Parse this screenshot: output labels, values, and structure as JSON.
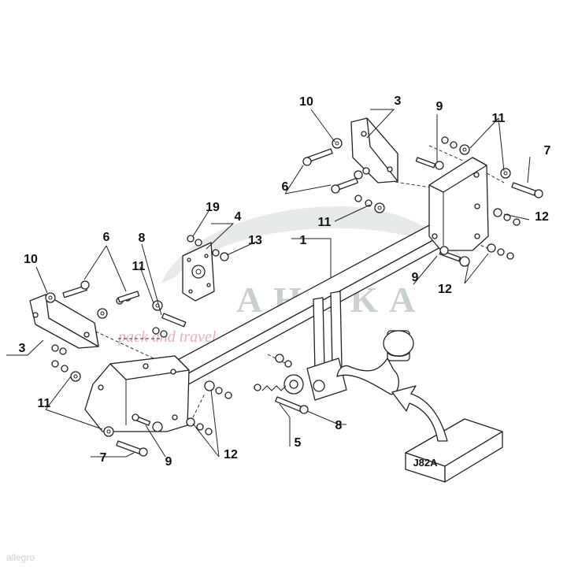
{
  "watermark": {
    "logo_text": "AHAKA",
    "tagline": "pack and travel",
    "corner_text": "allegro"
  },
  "kit_box_label": "J82A",
  "callouts": [
    {
      "id": "c1",
      "text": "1"
    },
    {
      "id": "c3a",
      "text": "3"
    },
    {
      "id": "c3b",
      "text": "3"
    },
    {
      "id": "c4",
      "text": "4"
    },
    {
      "id": "c5",
      "text": "5"
    },
    {
      "id": "c6a",
      "text": "6"
    },
    {
      "id": "c6b",
      "text": "6"
    },
    {
      "id": "c7a",
      "text": "7"
    },
    {
      "id": "c7b",
      "text": "7"
    },
    {
      "id": "c8a",
      "text": "8"
    },
    {
      "id": "c8b",
      "text": "8"
    },
    {
      "id": "c9a",
      "text": "9"
    },
    {
      "id": "c9b",
      "text": "9"
    },
    {
      "id": "c9c",
      "text": "9"
    },
    {
      "id": "c10a",
      "text": "10"
    },
    {
      "id": "c10b",
      "text": "10"
    },
    {
      "id": "c11a",
      "text": "11"
    },
    {
      "id": "c11b",
      "text": "11"
    },
    {
      "id": "c11c",
      "text": "11"
    },
    {
      "id": "c11d",
      "text": "11"
    },
    {
      "id": "c12a",
      "text": "12"
    },
    {
      "id": "c12b",
      "text": "12"
    },
    {
      "id": "c12c",
      "text": "12"
    },
    {
      "id": "c13",
      "text": "13"
    },
    {
      "id": "c19",
      "text": "19"
    }
  ]
}
